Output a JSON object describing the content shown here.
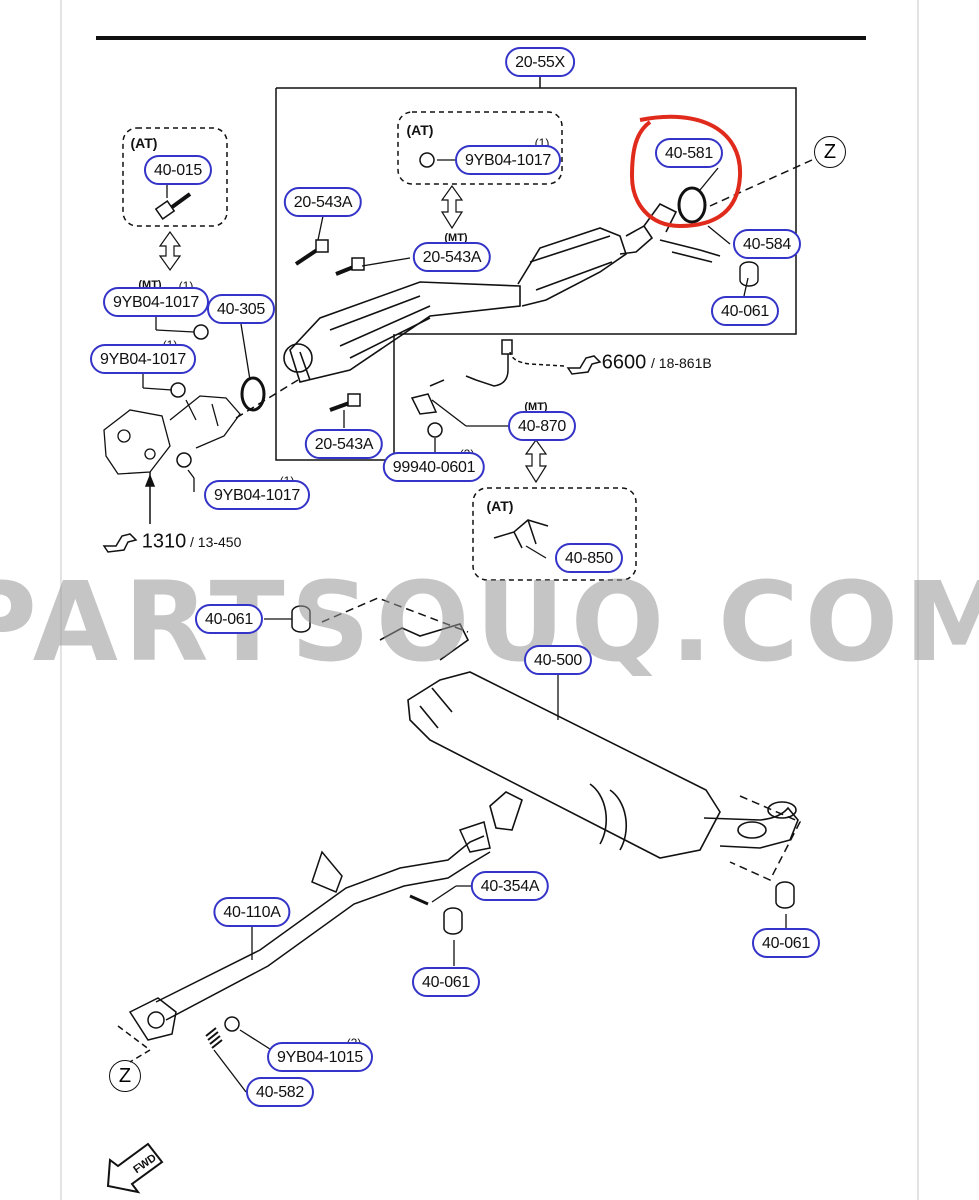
{
  "watermark": "PARTSOUQ.COM",
  "accent_color": "#3434c8",
  "highlight_color": "#e02a1b",
  "groups": {
    "at_top_left": "(AT)",
    "at_top_center": "(AT)",
    "at_right": "(AT)",
    "mt_center": "(MT)",
    "mt_left": "(MT)",
    "mt_right": "(MT)"
  },
  "callouts": {
    "c20_55x": "20-55X",
    "c40_015": "40-015",
    "c9yb_at": "9YB04-1017",
    "c40_581": "40-581",
    "c20_543a_a": "20-543A",
    "c20_543a_b": "20-543A",
    "c40_584": "40-584",
    "c9yb_mt": "9YB04-1017",
    "c40_305": "40-305",
    "c40_061_a": "40-061",
    "c9yb_mid": "9YB04-1017",
    "c20_543a_c": "20-543A",
    "c40_870": "40-870",
    "c99940": "99940-0601",
    "c9yb_low": "9YB04-1017",
    "c40_850": "40-850",
    "c40_061_b": "40-061",
    "c40_500": "40-500",
    "c40_354a": "40-354A",
    "c40_110a": "40-110A",
    "c40_061_c": "40-061",
    "c40_061_d": "40-061",
    "c9yb_1015": "9YB04-1015",
    "c40_582": "40-582"
  },
  "quantities": {
    "q_at": "(1)",
    "q_mt": "(1)",
    "q_mid": "(1)",
    "q_low": "(1)",
    "q_99940": "(2)",
    "q_1015": "(2)"
  },
  "refs": {
    "r6600": "6600",
    "r6600_sub": "18-861B",
    "r1310": "1310",
    "r1310_sub": "13-450"
  },
  "z_marks": {
    "z_top": "Z",
    "z_bottom": "Z"
  },
  "fwd": "FWD",
  "icons": [
    "hand-pointer-icon",
    "fwd-arrow-icon",
    "bolt-icon",
    "nut-icon",
    "gasket-icon",
    "bushing-icon"
  ]
}
